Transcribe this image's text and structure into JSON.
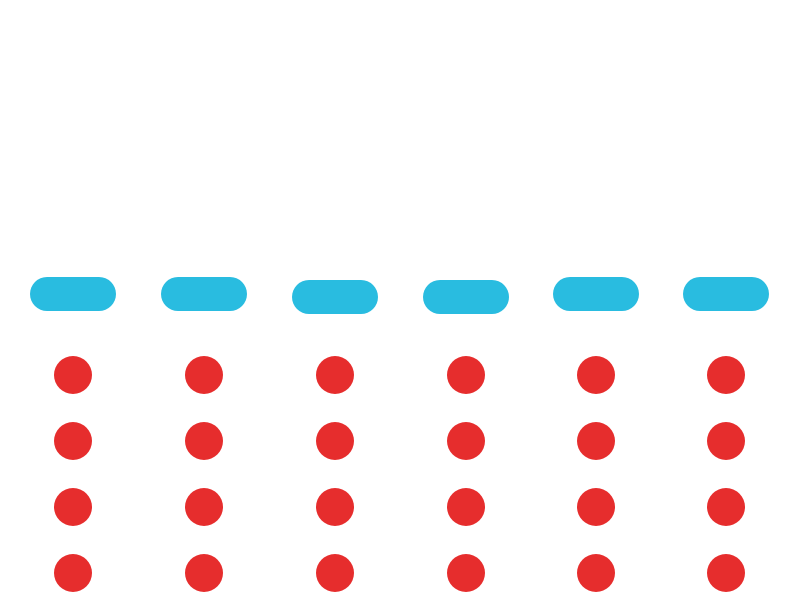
{
  "colors": {
    "background": "#ffffff",
    "pill": "#29bce0",
    "dot": "#e62d2d"
  },
  "groups": [
    {
      "dots": 4
    },
    {
      "dots": 4
    },
    {
      "dots": 4
    },
    {
      "dots": 4
    },
    {
      "dots": 4
    },
    {
      "dots": 4
    }
  ]
}
